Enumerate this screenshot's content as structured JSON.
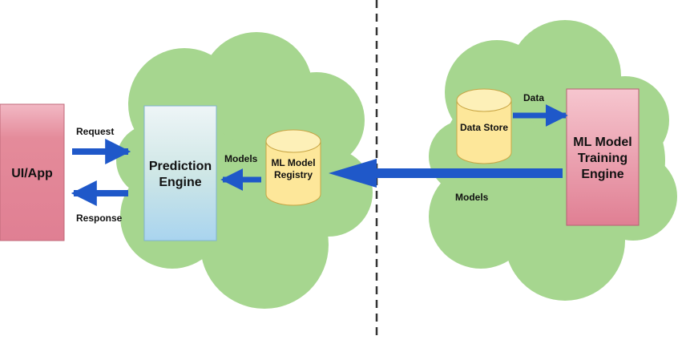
{
  "colors": {
    "cloud_fill": "#a6d68f",
    "cloud_stroke": "#b7e2a2",
    "arrow": "#1f58c9",
    "divider": "#333333",
    "ui_box": "#e48b9a",
    "ui_box_top": "#f2b8c4",
    "ui_box_stroke": "#c06a7a",
    "prediction_box_top": "#eef5f7",
    "prediction_box_mid": "#cfe7e6",
    "prediction_box_bottom": "#a9d4ef",
    "prediction_box_stroke": "#7fb3d0",
    "training_box_top": "#f6c6cf",
    "training_box_bottom": "#e07f93",
    "training_box_stroke": "#b85f73",
    "db_fill": "#fde79a",
    "db_top": "#fdf0b8",
    "db_stroke": "#c8a544"
  },
  "icons": {
    "cloud": "cloud-shape",
    "database": "cylinder-database-icon",
    "arrow": "arrow-icon"
  },
  "nodes": {
    "ui_app": {
      "label": "UI/App"
    },
    "prediction_engine": {
      "label_line1": "Prediction",
      "label_line2": "Engine"
    },
    "model_registry": {
      "label_line1": "ML Model",
      "label_line2": "Registry"
    },
    "data_store": {
      "label": "Data Store"
    },
    "training_engine": {
      "label_line1": "ML Model",
      "label_line2": "Training",
      "label_line3": "Engine"
    }
  },
  "edges": {
    "request": "Request",
    "response": "Response",
    "models_to_engine": "Models",
    "data": "Data",
    "models_to_registry": "Models"
  }
}
